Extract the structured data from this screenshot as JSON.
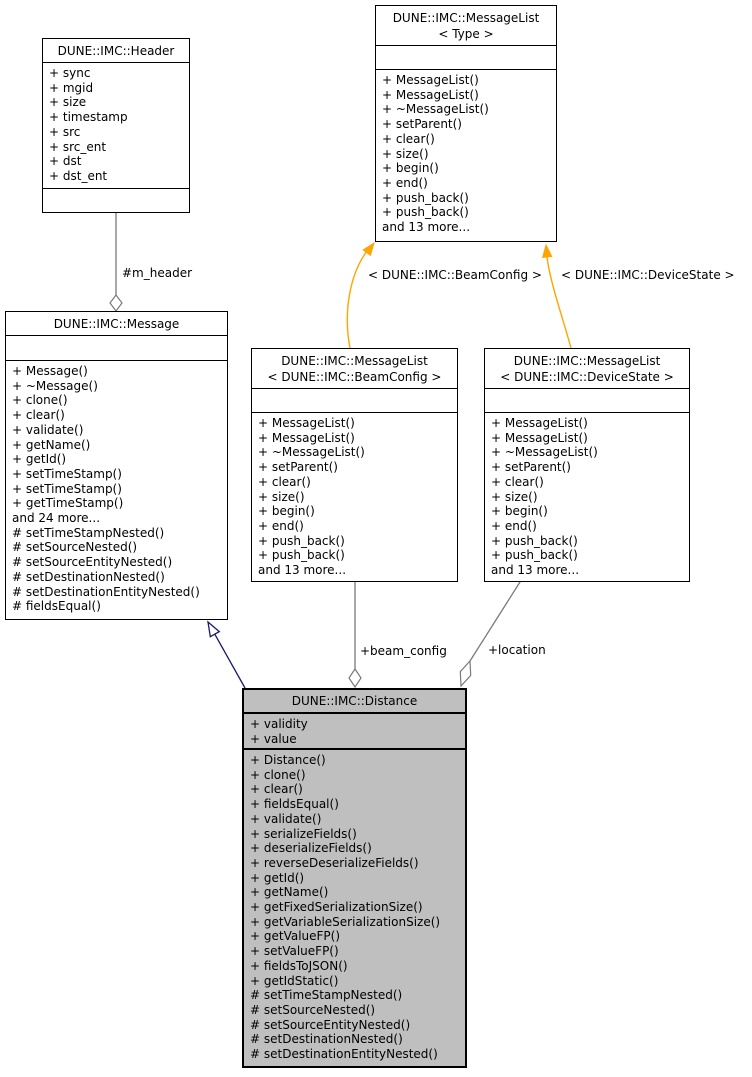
{
  "diagram": {
    "type": "uml-collaboration-graph",
    "classes": [
      {
        "id": "header",
        "title": "DUNE::IMC::Header",
        "title2": "",
        "attributes": [
          "+ sync",
          "+ mgid",
          "+ size",
          "+ timestamp",
          "+ src",
          "+ src_ent",
          "+ dst",
          "+ dst_ent"
        ],
        "methods": []
      },
      {
        "id": "messagelist-type",
        "title": "DUNE::IMC::MessageList",
        "title2": "< Type >",
        "attributes": [],
        "methods": [
          "+ MessageList()",
          "+ MessageList()",
          "+ ~MessageList()",
          "+ setParent()",
          "+ clear()",
          "+ size()",
          "+ begin()",
          "+ end()",
          "+ push_back()",
          "+ push_back()",
          "and 13 more..."
        ]
      },
      {
        "id": "message",
        "title": "DUNE::IMC::Message",
        "title2": "",
        "attributes": [],
        "methods": [
          "+ Message()",
          "+ ~Message()",
          "+ clone()",
          "+ clear()",
          "+ validate()",
          "+ getName()",
          "+ getId()",
          "+ setTimeStamp()",
          "+ setTimeStamp()",
          "+ getTimeStamp()",
          "and 24 more...",
          "# setTimeStampNested()",
          "# setSourceNested()",
          "# setSourceEntityNested()",
          "# setDestinationNested()",
          "# setDestinationEntityNested()",
          "# fieldsEqual()"
        ]
      },
      {
        "id": "messagelist-beamconfig",
        "title": "DUNE::IMC::MessageList",
        "title2": "< DUNE::IMC::BeamConfig >",
        "attributes": [],
        "methods": [
          "+ MessageList()",
          "+ MessageList()",
          "+ ~MessageList()",
          "+ setParent()",
          "+ clear()",
          "+ size()",
          "+ begin()",
          "+ end()",
          "+ push_back()",
          "+ push_back()",
          "and 13 more..."
        ]
      },
      {
        "id": "messagelist-devicestate",
        "title": "DUNE::IMC::MessageList",
        "title2": "< DUNE::IMC::DeviceState >",
        "attributes": [],
        "methods": [
          "+ MessageList()",
          "+ MessageList()",
          "+ ~MessageList()",
          "+ setParent()",
          "+ clear()",
          "+ size()",
          "+ begin()",
          "+ end()",
          "+ push_back()",
          "+ push_back()",
          "and 13 more..."
        ]
      },
      {
        "id": "distance",
        "title": "DUNE::IMC::Distance",
        "title2": "",
        "attributes": [
          "+ validity",
          "+ value"
        ],
        "methods": [
          "+ Distance()",
          "+ clone()",
          "+ clear()",
          "+ fieldsEqual()",
          "+ validate()",
          "+ serializeFields()",
          "+ deserializeFields()",
          "+ reverseDeserializeFields()",
          "+ getId()",
          "+ getName()",
          "+ getFixedSerializationSize()",
          "+ getVariableSerializationSize()",
          "+ getValueFP()",
          "+ setValueFP()",
          "+ fieldsToJSON()",
          "+ getIdStatic()",
          "# setTimeStampNested()",
          "# setSourceNested()",
          "# setSourceEntityNested()",
          "# setDestinationNested()",
          "# setDestinationEntityNested()"
        ]
      }
    ],
    "edge_labels": {
      "m_header": "#m_header",
      "beamconfig_template": "< DUNE::IMC::BeamConfig >",
      "devicestate_template": "< DUNE::IMC::DeviceState >",
      "beam_config": "+beam_config",
      "location": "+location"
    },
    "colors": {
      "box_border": "#000000",
      "box_fill": "#ffffff",
      "selected_node_fill": "#bfbfbf",
      "aggregation_edge": "#7a7a7a",
      "template_instance_edge": "#ffa500",
      "inheritance_edge": "#191970",
      "text": "#000000"
    }
  }
}
